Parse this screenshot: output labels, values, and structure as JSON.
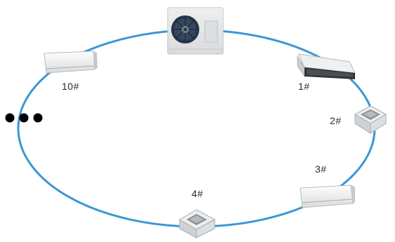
{
  "diagram": {
    "ring_color": "#3a97d4",
    "units": [
      {
        "id": "outdoor",
        "kind": "outdoor-unit-icon",
        "label": ""
      },
      {
        "id": "u1",
        "kind": "ducted-unit-icon",
        "label": "1#"
      },
      {
        "id": "u2",
        "kind": "cassette-unit-icon",
        "label": "2#"
      },
      {
        "id": "u3",
        "kind": "wall-split-unit-icon",
        "label": "3#"
      },
      {
        "id": "u4",
        "kind": "cassette-unit-icon",
        "label": "4#"
      },
      {
        "id": "u10",
        "kind": "wall-split-unit-icon",
        "label": "10#"
      }
    ],
    "ellipsis_dots": 3
  }
}
